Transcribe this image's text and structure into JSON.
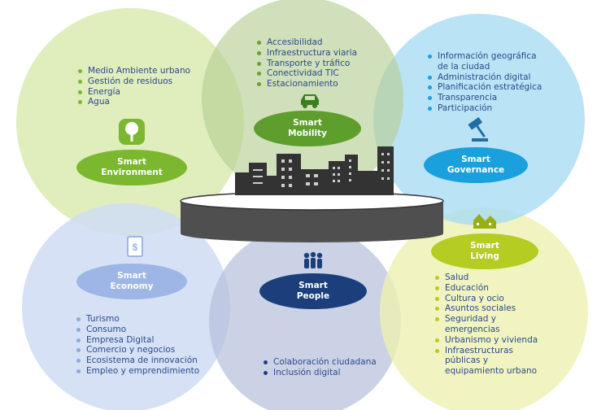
{
  "nodes": {
    "mobility": {
      "title_line1": "Smart",
      "title_line2": "Mobility",
      "items": [
        "Accesibilidad",
        "Infraestructura viaria",
        "Transporte y tráfico",
        "Conectividad TIC",
        "Estacionamiento"
      ],
      "icon": "car-icon",
      "circle_color": "#b7cf95",
      "pill_color": "#5d9e2c",
      "bullet_color": "#6aa12a"
    },
    "environment": {
      "title_line1": "Smart",
      "title_line2": "Environment",
      "items": [
        "Medio Ambiente urbano",
        "Gestión de residuos",
        "Energía",
        "Agua"
      ],
      "icon": "tree-icon",
      "circle_color": "#dbeab0",
      "pill_color": "#7cb82f",
      "bullet_color": "#7cb82f"
    },
    "governance": {
      "title_line1": "Smart",
      "title_line2": "Governance",
      "items": [
        "Información geográfica",
        "de la ciudad",
        "Administración digital",
        "Planificación estratégica",
        "Transparencia",
        "Participación"
      ],
      "icon": "gavel-icon",
      "circle_color": "#a9dcf2",
      "pill_color": "#1aa0dc",
      "bullet_color": "#1aa0dc"
    },
    "economy": {
      "title_line1": "Smart",
      "title_line2": "Economy",
      "items": [
        "Turismo",
        "Consumo",
        "Empresa Digital",
        "Comercio y negocios",
        "Ecosistema de innovación",
        "Empleo y emprendimiento"
      ],
      "icon": "money-document-icon",
      "circle_color": "#cfdcf4",
      "pill_color": "#9db6e6",
      "bullet_color": "#8fa9df"
    },
    "people": {
      "title_line1": "Smart",
      "title_line2": "People",
      "items": [
        "Colaboración ciudadana",
        "Inclusión digital"
      ],
      "icon": "people-icon",
      "circle_color": "#b5bfdc",
      "pill_color": "#1c3f7c",
      "bullet_color": "#1c3f7c"
    },
    "living": {
      "title_line1": "Smart",
      "title_line2": "Living",
      "items": [
        "Salud",
        "Educación",
        "Cultura y ocio",
        "Asuntos sociales",
        "Seguridad y",
        "emergencias",
        "Urbanismo y vivienda",
        "Infraestructuras",
        "públicas y",
        "equipamiento urbano"
      ],
      "icon": "houses-icon",
      "circle_color": "#eef1b0",
      "pill_color": "#b5cc22",
      "bullet_color": "#b5cc22"
    }
  },
  "center": {
    "icon": "city-skyline-icon",
    "platform_color": "#4f4f4f"
  }
}
